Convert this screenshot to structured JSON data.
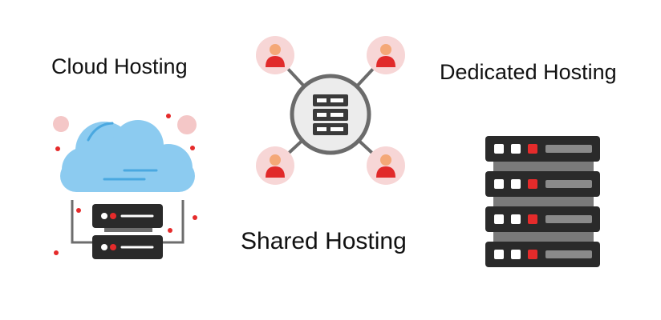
{
  "labels": {
    "cloud": "Cloud Hosting",
    "dedicated": "Dedicated Hosting",
    "shared": "Shared Hosting"
  },
  "colors": {
    "cloud_fill": "#8ccbf0",
    "cloud_highlight": "#4aa8e0",
    "server_dark": "#2a2a2a",
    "server_mid": "#6d6d6d",
    "accent_red": "#e52b2b",
    "pink_dot": "#f4c7c7",
    "hub_ring": "#6b6b6b",
    "hub_fill": "#ececec",
    "user_circle": "#f7d6d6",
    "user_head": "#f4a877",
    "user_body": "#e12a2a"
  },
  "icons": [
    "cloud-server-icon",
    "shared-hub-icon",
    "user-icon",
    "dedicated-server-rack-icon"
  ]
}
